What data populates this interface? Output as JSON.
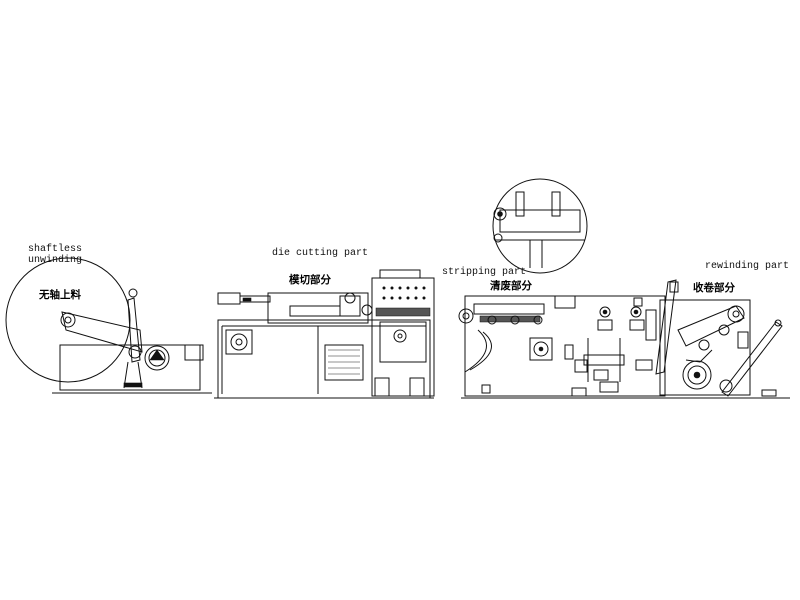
{
  "labels": {
    "shaftless_en_1": "shaftless",
    "shaftless_en_2": "unwinding",
    "shaftless_zh": "无轴上料",
    "die_cutting_en": "die cutting part",
    "die_cutting_zh": "模切部分",
    "stripping_en": "stripping part",
    "stripping_zh": "清废部分",
    "rewinding_en": "rewinding part",
    "rewinding_zh": "收卷部分"
  },
  "sections": [
    "shaftless-unwinding",
    "die-cutting",
    "stripping",
    "rewinding"
  ],
  "colors": {
    "line": "#111111",
    "background": "#ffffff"
  }
}
